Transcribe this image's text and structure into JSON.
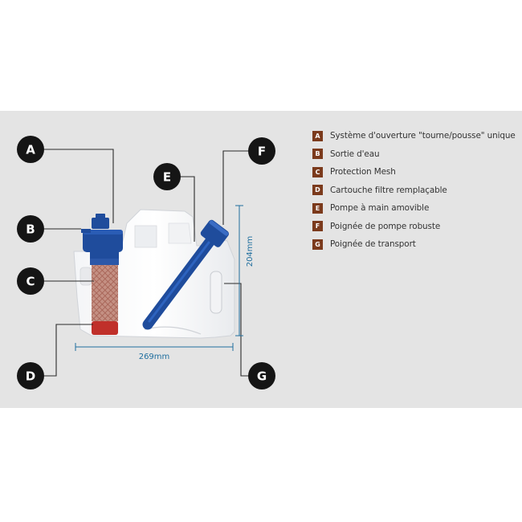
{
  "legend": [
    {
      "key": "A",
      "label": "Système d'ouverture \"tourne/pousse\" unique"
    },
    {
      "key": "B",
      "label": "Sortie d'eau"
    },
    {
      "key": "C",
      "label": "Protection Mesh"
    },
    {
      "key": "D",
      "label": "Cartouche filtre remplaçable"
    },
    {
      "key": "E",
      "label": "Pompe à main amovible"
    },
    {
      "key": "F",
      "label": "Poignée de pompe robuste"
    },
    {
      "key": "G",
      "label": "Poignée de transport"
    }
  ],
  "dimensions": {
    "width": "269mm",
    "height": "204mm"
  },
  "colors": {
    "legend_key": "#7b3a1c",
    "dimension": "#1f6e9e",
    "part_blue": "#1f4c9c",
    "filter_red": "#c0302a",
    "panel_bg": "#e4e4e4"
  }
}
